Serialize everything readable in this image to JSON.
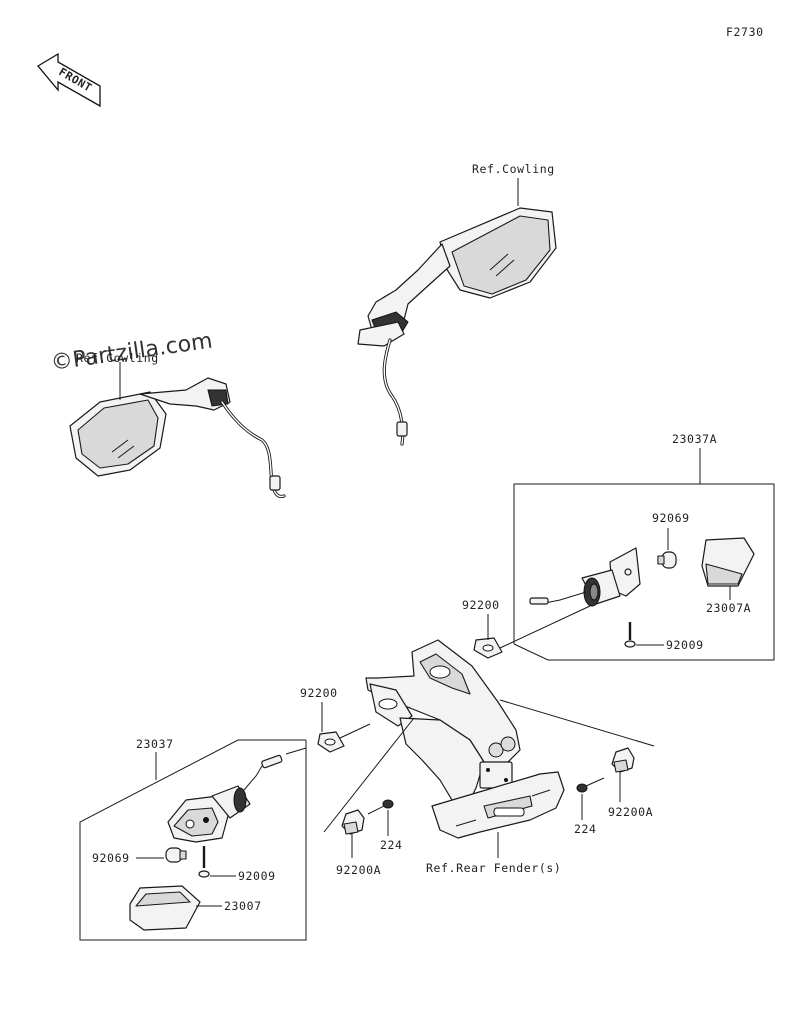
{
  "figure_code": "F2730",
  "front_label": "FRONT",
  "watermark": "©Partzilla.com",
  "refs": {
    "cowling_right": "Ref.Cowling",
    "cowling_left": "Ref.Cowling",
    "rear_fender": "Ref.Rear Fender(s)"
  },
  "parts": {
    "assy_right": "23037A",
    "assy_left": "23037",
    "bulb_right": "92069",
    "bulb_left": "92069",
    "lens_right": "23007A",
    "lens_left": "23007",
    "screw_right": "92009",
    "screw_left": "92009",
    "grommet_right": "92200",
    "grommet_left": "92200",
    "clip_left": "92200A",
    "clip_right": "92200A",
    "bolt_left": "224",
    "bolt_right": "224"
  }
}
